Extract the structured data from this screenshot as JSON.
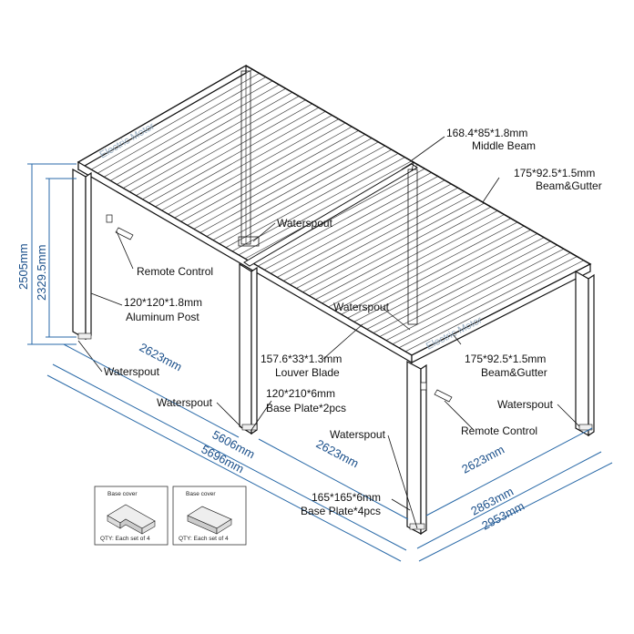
{
  "motor_text": "Electric Motor",
  "labels": {
    "middle_beam_size": "168.4*85*1.8mm",
    "middle_beam": "Middle Beam",
    "beam_gutter_top_size": "175*92.5*1.5mm",
    "beam_gutter_top": "Beam&Gutter",
    "waterspout_inner": "Waterspout",
    "remote_control_left": "Remote Control",
    "post_size": "120*120*1.8mm",
    "post": "Aluminum Post",
    "waterspout_center": "Waterspout",
    "louver_size": "157.6*33*1.3mm",
    "louver": "Louver Blade",
    "beam_gutter_right_size": "175*92.5*1.5mm",
    "beam_gutter_right": "Beam&Gutter",
    "waterspout_left": "Waterspout",
    "waterspout_mid": "Waterspout",
    "base_plate_mid_size": "120*210*6mm",
    "base_plate_mid": "Base Plate*2pcs",
    "waterspout_right": "Waterspout",
    "remote_control_right": "Remote Control",
    "waterspout_front": "Waterspout",
    "base_plate_corner_size": "165*165*6mm",
    "base_plate_corner": "Base Plate*4pcs"
  },
  "dimensions": {
    "height_total": "2505mm",
    "height_clear": "2329.5mm",
    "len_segment_left": "2623mm",
    "len_segment_front": "2623mm",
    "len_inner": "5606mm",
    "len_outer": "5696mm",
    "width_segment": "2623mm",
    "width_inner": "2863mm",
    "width_outer": "2953mm"
  },
  "inset_left": {
    "title": "Base cover",
    "qty": "QTY:  Each set of 4"
  },
  "inset_right": {
    "title": "Base cover",
    "qty": "QTY:  Each set of 4"
  }
}
